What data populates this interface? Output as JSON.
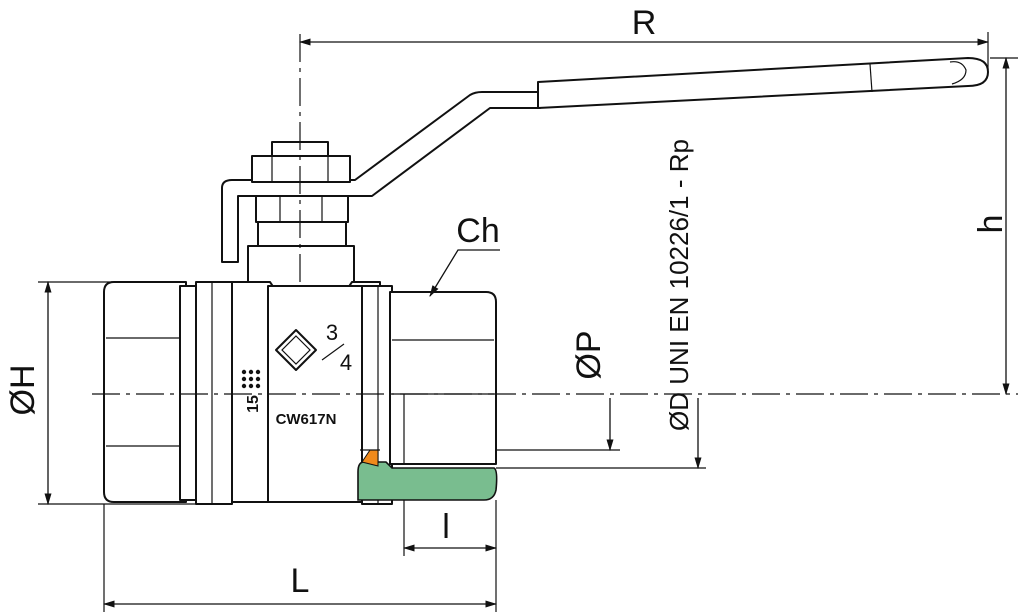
{
  "labels": {
    "R": "R",
    "h": "h",
    "Ch": "Ch",
    "OH": "ØH",
    "OP": "ØP",
    "OD": "ØD UNI EN 10226/1 - Rp",
    "l": "l",
    "L": "L"
  },
  "markings": {
    "size_top": "3",
    "size_bottom": "4",
    "material": "CW617N",
    "pressure": "15"
  },
  "colors": {
    "seal_green": "#79bd8f",
    "seat_orange": "#f08a1c",
    "line": "#111111"
  }
}
